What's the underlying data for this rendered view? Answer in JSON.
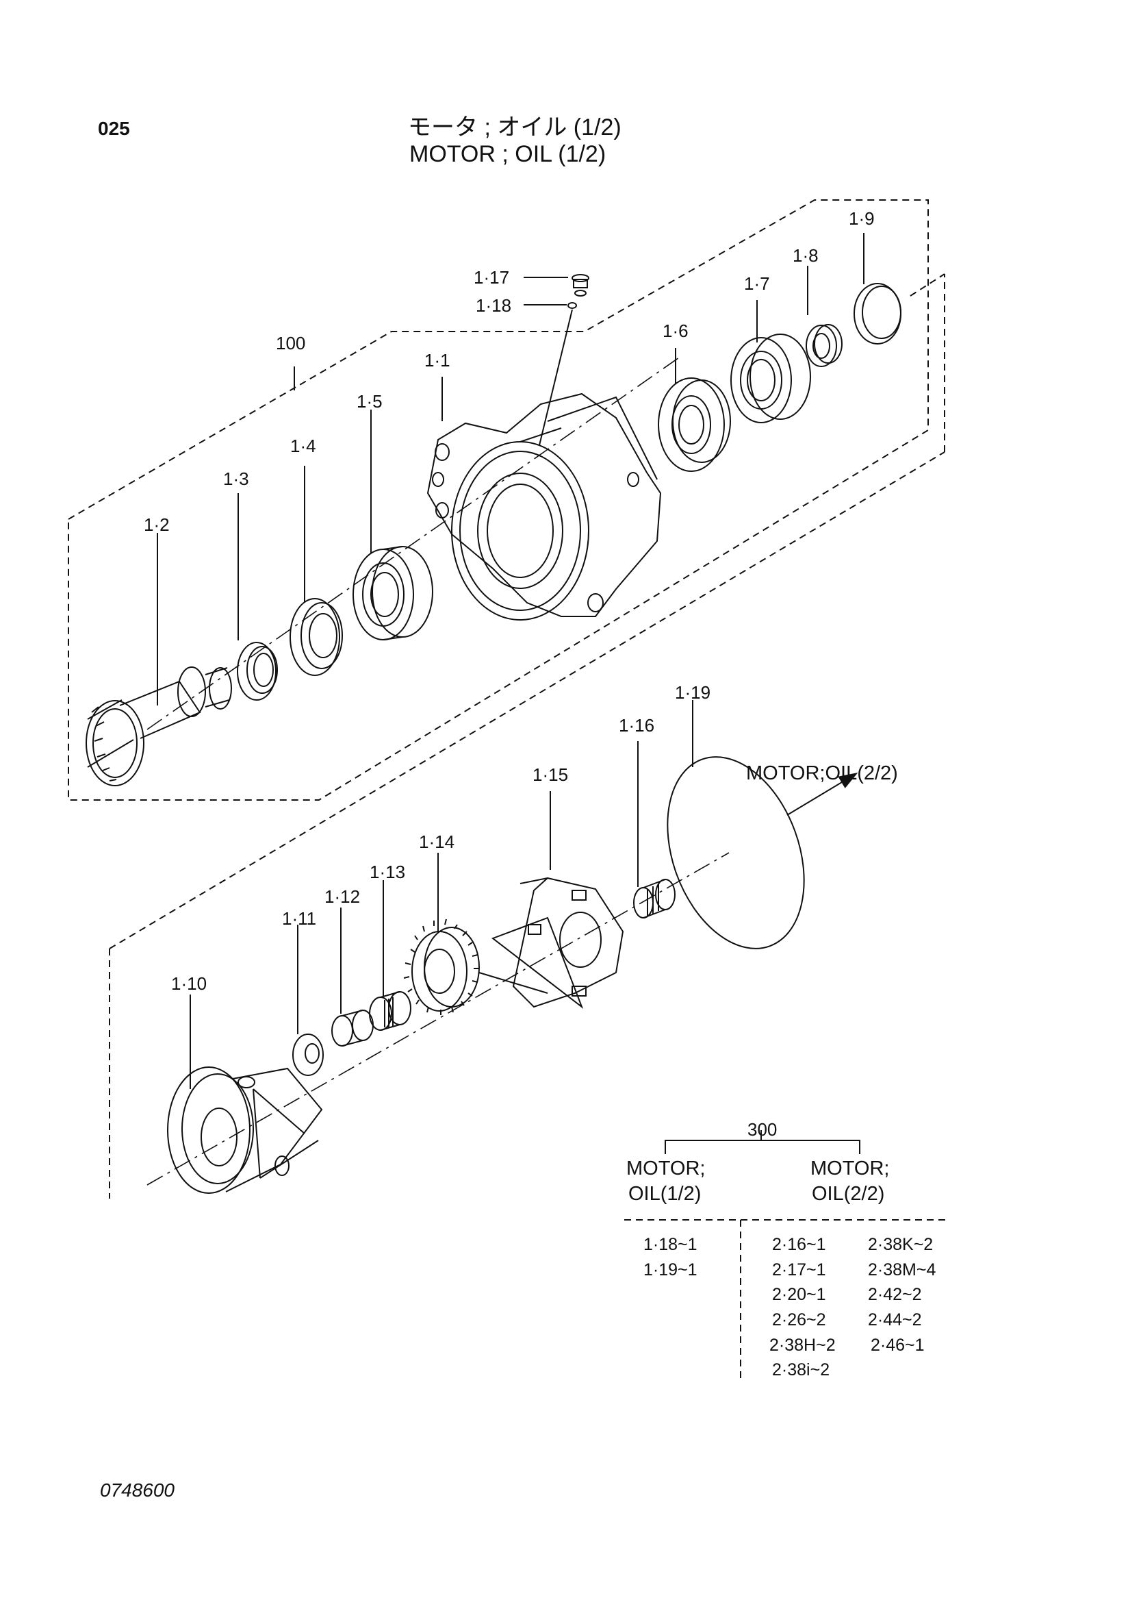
{
  "page_number": "025",
  "title_jp": "モータ ; オイル (1/2)",
  "title_en": "MOTOR ; OIL (1/2)",
  "document_code": "0748600",
  "group_labels": {
    "assembly": "100",
    "kit": "300"
  },
  "continuation": {
    "label": "MOTOR;OIL(2/2)"
  },
  "callouts": {
    "p1_1": "1·1",
    "p1_2": "1·2",
    "p1_3": "1·3",
    "p1_4": "1·4",
    "p1_5": "1·5",
    "p1_6": "1·6",
    "p1_7": "1·7",
    "p1_8": "1·8",
    "p1_9": "1·9",
    "p1_10": "1·10",
    "p1_11": "1·11",
    "p1_12": "1·12",
    "p1_13": "1·13",
    "p1_14": "1·14",
    "p1_15": "1·15",
    "p1_16": "1·16",
    "p1_17": "1·17",
    "p1_18": "1·18",
    "p1_19": "1·19"
  },
  "kit_table": {
    "left_head": [
      "MOTOR;",
      "OIL(1/2)"
    ],
    "right_head": [
      "MOTOR;",
      "OIL(2/2)"
    ],
    "left_items": [
      "1·18~1",
      "1·19~1"
    ],
    "right_col1": [
      "2·16~1",
      "2·17~1",
      "2·20~1",
      "2·26~2",
      "2·38H~2",
      "2·38i~2"
    ],
    "right_col2": [
      "2·38K~2",
      "2·38M~4",
      "2·42~2",
      "2·44~2",
      "2·46~1"
    ]
  }
}
